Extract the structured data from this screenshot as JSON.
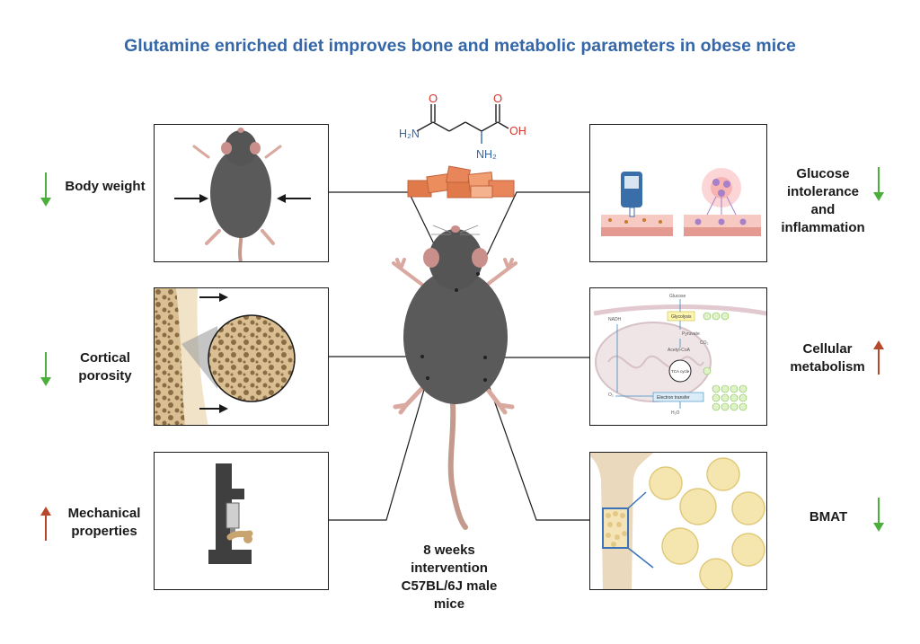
{
  "title": "Glutamine enriched diet improves bone and metabolic parameters in obese mice",
  "molecule": {
    "o_left": "O",
    "o_right": "O",
    "h2n": "H₂N",
    "oh": "OH",
    "nh2": "NH₂"
  },
  "effects": [
    {
      "label": "Body weight",
      "direction": "down",
      "color": "#4caf3c"
    },
    {
      "label": "Cortical porosity",
      "direction": "down",
      "color": "#4caf3c"
    },
    {
      "label": "Mechanical properties",
      "direction": "up",
      "color": "#b8482a"
    },
    {
      "label": "Glucose intolerance and inflammation",
      "direction": "down",
      "color": "#4caf3c"
    },
    {
      "label": "Cellular metabolism",
      "direction": "up",
      "color": "#b8482a"
    },
    {
      "label": "BMAT",
      "direction": "down",
      "color": "#4caf3c"
    }
  ],
  "labels": {
    "body_weight": "Body weight",
    "cortical_1": "Cortical",
    "cortical_2": "porosity",
    "mech_1": "Mechanical",
    "mech_2": "properties",
    "glucose_1": "Glucose",
    "glucose_2": "intolerance",
    "glucose_3": "and",
    "glucose_4": "inflammation",
    "cell_1": "Cellular",
    "cell_2": "metabolism",
    "bmat": "BMAT"
  },
  "center": {
    "line1": "8 weeks",
    "line2": "intervention",
    "line3": "C57BL/6J male",
    "line4": "mice"
  },
  "metabolism_panel": {
    "glucose": "Glucose",
    "glycolysis": "Glycolysis",
    "pyruvate": "Pyruvate",
    "acetyl": "Acetyl-CoA",
    "tca": "TCA cycle",
    "etc": "Electron transfer",
    "nadh": "NADH",
    "co2": "CO₂",
    "o2": "O₂",
    "h2o": "H₂O"
  },
  "colors": {
    "title": "#3567a8",
    "mouse": "#5a5a5a",
    "tail": "#c49a8c",
    "down_arrow": "#4caf3c",
    "up_arrow": "#b8482a",
    "glutamine_block": "#e07a4a"
  }
}
